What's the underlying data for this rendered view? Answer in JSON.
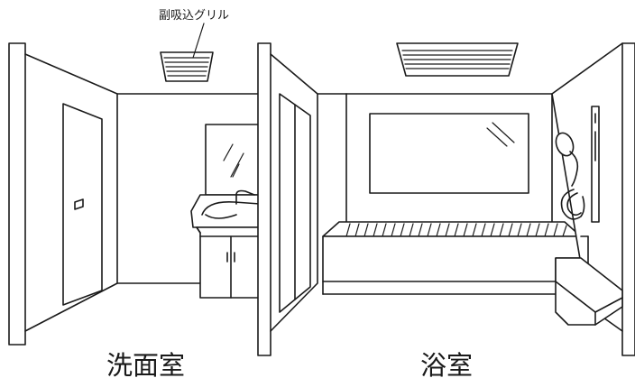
{
  "labels": {
    "sub_intake_grille": "副吸込グリル",
    "washroom": "洗面室",
    "bathroom": "浴室"
  },
  "colors": {
    "line": "#1a1a1a",
    "background": "#ffffff"
  }
}
